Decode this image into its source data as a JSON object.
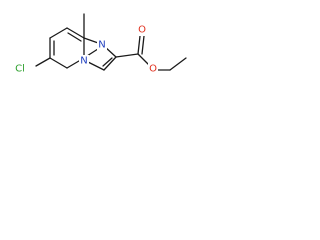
{
  "molecule": {
    "atoms": {
      "chlorine": {
        "text": "Cl",
        "color": "#2ca02c"
      },
      "n_imine": {
        "text": "N",
        "color": "#1f3fbf"
      },
      "n_bridge": {
        "text": "N",
        "color": "#1f3fbf"
      },
      "o_carbonyl": {
        "text": "O",
        "color": "#e0301e"
      },
      "o_ester": {
        "text": "O",
        "color": "#e0301e"
      }
    },
    "bond_color": "#1a1a1a"
  }
}
